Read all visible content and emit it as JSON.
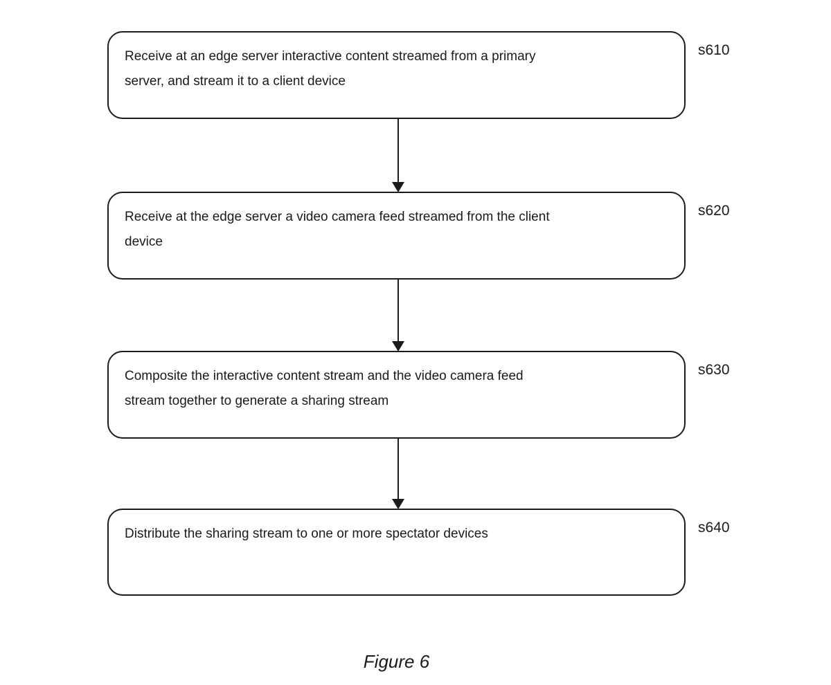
{
  "figure": {
    "caption": "Figure 6"
  },
  "colors": {
    "stroke": "#1b1b1b",
    "background": "#ffffff",
    "text": "#1a1a1a"
  },
  "steps": [
    {
      "label": "s610",
      "lines": [
        "Receive at an edge server interactive content streamed from a primary",
        "server, and stream it to a client device"
      ]
    },
    {
      "label": "s620",
      "lines": [
        "Receive at the edge server a video camera feed streamed from the client",
        "device"
      ]
    },
    {
      "label": "s630",
      "lines": [
        "Composite the interactive content stream and the video camera feed",
        "stream together to generate a sharing stream"
      ]
    },
    {
      "label": "s640",
      "lines": [
        "Distribute the sharing stream to one or more spectator devices"
      ]
    }
  ],
  "connectors": [
    {
      "from": "s610",
      "to": "s620",
      "style": "solid-arrow-down"
    },
    {
      "from": "s620",
      "to": "s630",
      "style": "solid-arrow-down"
    },
    {
      "from": "s630",
      "to": "s640",
      "style": "solid-arrow-down"
    }
  ]
}
